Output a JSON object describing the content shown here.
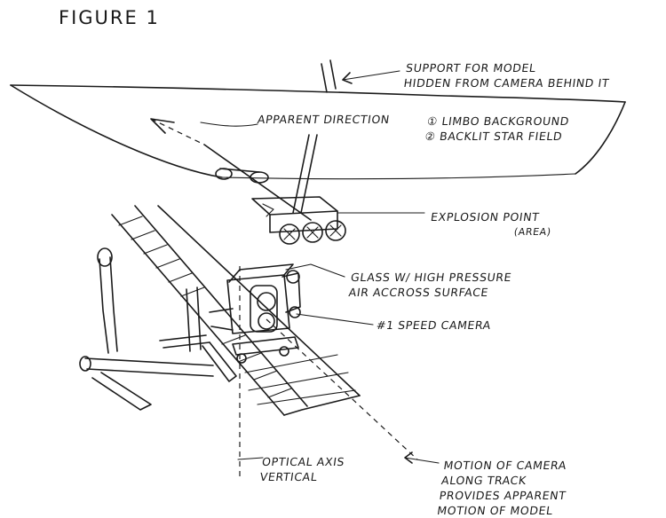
{
  "figure": {
    "title": "FIGURE 1"
  },
  "labels": {
    "support": [
      "SUPPORT FOR MODEL",
      "HIDDEN FROM CAMERA BEHIND IT"
    ],
    "direction": "APPARENT DIRECTION",
    "background_options": [
      "① LIMBO BACKGROUND",
      "② BACKLIT STAR FIELD"
    ],
    "explosion": [
      "EXPLOSION POINT",
      "(AREA)"
    ],
    "glass": [
      "GLASS W/ HIGH PRESSURE",
      "AIR ACCROSS SURFACE"
    ],
    "camera": "#1 SPEED CAMERA",
    "optical_axis": [
      "OPTICAL AXIS",
      "VERTICAL"
    ],
    "motion": [
      "MOTION OF CAMERA",
      "ALONG TRACK",
      "PROVIDES APPARENT",
      "MOTION OF MODEL"
    ]
  }
}
